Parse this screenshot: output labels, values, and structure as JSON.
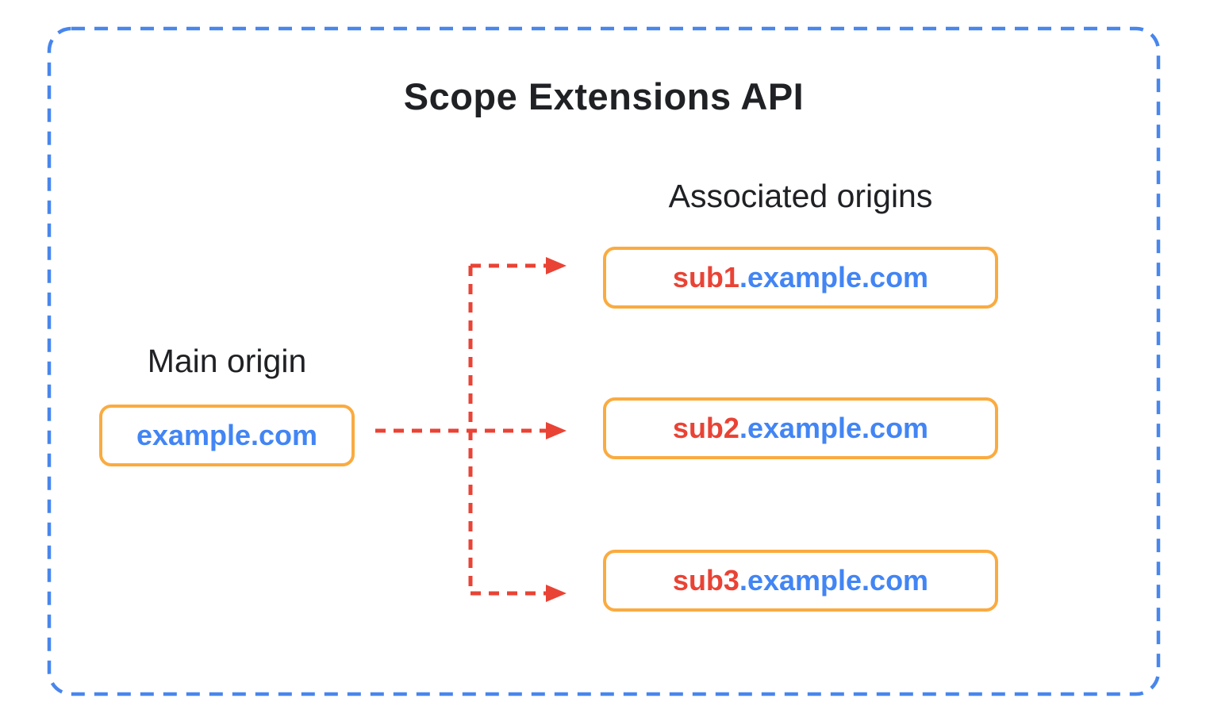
{
  "diagram": {
    "title": "Scope Extensions API",
    "main_origin": {
      "label": "Main origin",
      "domain": "example.com"
    },
    "associated_origins": {
      "label": "Associated origins",
      "items": [
        {
          "subdomain": "sub1",
          "suffix": ".example.com"
        },
        {
          "subdomain": "sub2",
          "suffix": ".example.com"
        },
        {
          "subdomain": "sub3",
          "suffix": ".example.com"
        }
      ]
    }
  },
  "colors": {
    "outer_border_blue": "#4886ED",
    "box_border_orange": "#FAAB40",
    "arrow_red": "#E94335",
    "domain_text_blue": "#4285F4",
    "subdomain_text_red": "#E94335",
    "heading_text": "#202124",
    "background": "#FFFFFF"
  }
}
